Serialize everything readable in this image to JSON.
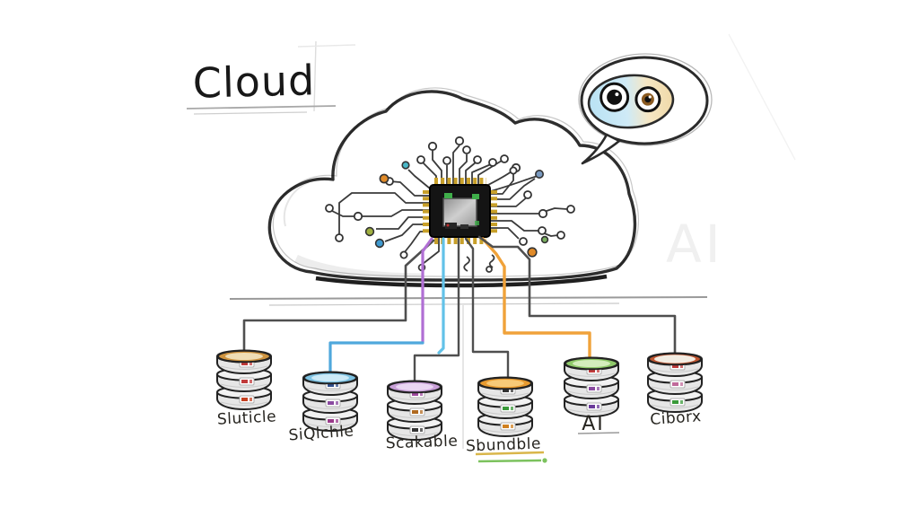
{
  "title": {
    "text": "Cloud"
  },
  "ghost_text": "AI",
  "connectors": {
    "ink": "#2d2d2d",
    "dark": "#4f4f4f",
    "purple": "#b06fd4",
    "blue": "#4fa8dc",
    "cyan": "#62c2e8",
    "orange": "#f0a23a"
  },
  "underline_colors": {
    "yellow": "#d9b64a",
    "green": "#7cc25e"
  },
  "chip": {
    "body": "#141414",
    "pins": "#c8a02a",
    "die_accent": "#3fae4a"
  },
  "bubble": {
    "face_left": "#b9e2f4",
    "face_right": "#f0d9a8",
    "iris": "#8a5a20"
  },
  "databases": [
    {
      "label": "Sluticle",
      "top_outer": "#cf9440",
      "top_inner": "#efddb5",
      "chips": [
        "#c03a3a",
        "#c03a3a",
        "#c54020"
      ]
    },
    {
      "label": "SiQlchle",
      "top_outer": "#7ec3e3",
      "top_inner": "#cdeaf7",
      "chips": [
        "#31508e",
        "#8a4aa0",
        "#9a3a8a"
      ]
    },
    {
      "label": "Scakable",
      "top_outer": "#c9a0d8",
      "top_inner": "#ead6f2",
      "chips": [
        "#a04aa0",
        "#b06a20",
        "#333333"
      ]
    },
    {
      "label": "Sbundble",
      "top_outer": "#e89b30",
      "top_inner": "#f7ca78",
      "chips": [
        "#333333",
        "#3a9a3a",
        "#d08020"
      ]
    },
    {
      "label": "AI",
      "top_outer": "#8fc96a",
      "top_inner": "#d4edbc",
      "chips": [
        "#c03a3a",
        "#8a4aa0",
        "#6a3a9a"
      ]
    },
    {
      "label": "Ciborx",
      "top_outer": "#c05530",
      "top_inner": "#f2ece2",
      "chips": [
        "#c03a3a",
        "#c06a9a",
        "#3a9a3a"
      ]
    }
  ]
}
